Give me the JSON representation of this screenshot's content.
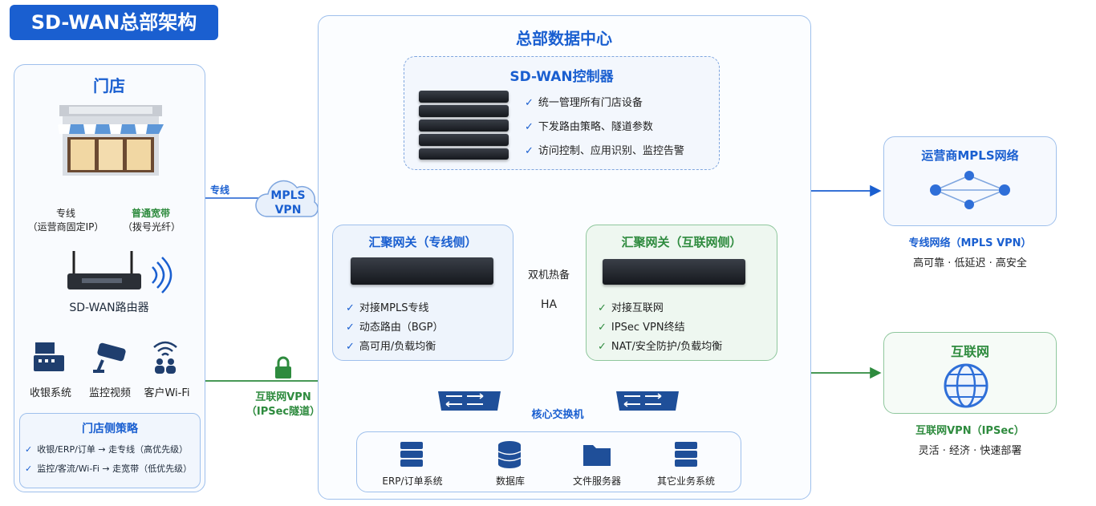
{
  "title": "SD-WAN总部架构",
  "store": {
    "heading": "门店",
    "line_dedicated": "专线",
    "line_dedicated_note": "（运营商固定IP）",
    "line_broadband": "普通宽带",
    "line_broadband_note": "（拨号光纤）",
    "router_label": "SD-WAN路由器",
    "devices": [
      "收银系统",
      "监控视频",
      "客户Wi-Fi"
    ],
    "policy_title": "门店侧策略",
    "policy_items": [
      "收银/ERP/订单 → 走专线（高优先级）",
      "监控/客流/Wi-Fi → 走宽带（低优先级）"
    ]
  },
  "links": {
    "dedicated_label": "专线",
    "mpls_cloud_line1": "MPLS",
    "mpls_cloud_line2": "VPN",
    "vpn_label_line1": "互联网VPN",
    "vpn_label_line2": "（IPSec隧道）",
    "ha_line1": "双机热备",
    "ha_line2": "HA",
    "core_switch_label": "核心交换机"
  },
  "datacenter": {
    "heading": "总部数据中心",
    "controller_title": "SD-WAN控制器",
    "controller_items": [
      "统一管理所有门店设备",
      "下发路由策略、隧道参数",
      "访问控制、应用识别、监控告警"
    ],
    "gw_dedicated_title": "汇聚网关（专线侧）",
    "gw_dedicated_items": [
      "对接MPLS专线",
      "动态路由（BGP）",
      "高可用/负载均衡"
    ],
    "gw_internet_title": "汇聚网关（互联网侧）",
    "gw_internet_items": [
      "对接互联网",
      "IPSec VPN终结",
      "NAT/安全防护/负载均衡"
    ],
    "services": [
      "ERP/订单系统",
      "数据库",
      "文件服务器",
      "其它业务系统"
    ]
  },
  "right": {
    "mpls_title": "运营商MPLS网络",
    "mpls_caption": "专线网络（MPLS VPN）",
    "mpls_features": "高可靠 · 低延迟 · 高安全",
    "inet_title": "互联网",
    "inet_caption": "互联网VPN（IPSec）",
    "inet_features": "灵活 · 经济 · 快速部署"
  },
  "colors": {
    "blue": "#1a5fd0",
    "green": "#2e8b3e",
    "panel_border": "#9fc0ec"
  }
}
